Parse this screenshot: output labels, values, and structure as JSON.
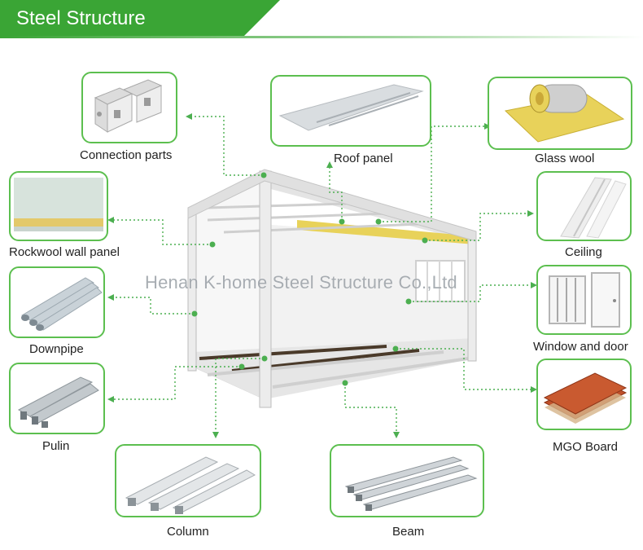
{
  "header": {
    "title": "Steel Structure"
  },
  "watermark": "Henan K-home Steel Structure Co.,Ltd",
  "parts": {
    "connection_parts": "Connection parts",
    "roof_panel": "Roof panel",
    "glass_wool": "Glass wool",
    "rockwool_wall_panel": "Rockwool wall panel",
    "ceiling": "Ceiling",
    "downpipe": "Downpipe",
    "window_and_door": "Window and door",
    "pulin": "Pulin",
    "mgo_board": "MGO Board",
    "column": "Column",
    "beam": "Beam"
  },
  "colors": {
    "accent": "#3aa535",
    "box_border": "#5cbf4f",
    "connector": "#4caf50",
    "insulation": "#e8d25a",
    "mgo": "#c0502a"
  }
}
